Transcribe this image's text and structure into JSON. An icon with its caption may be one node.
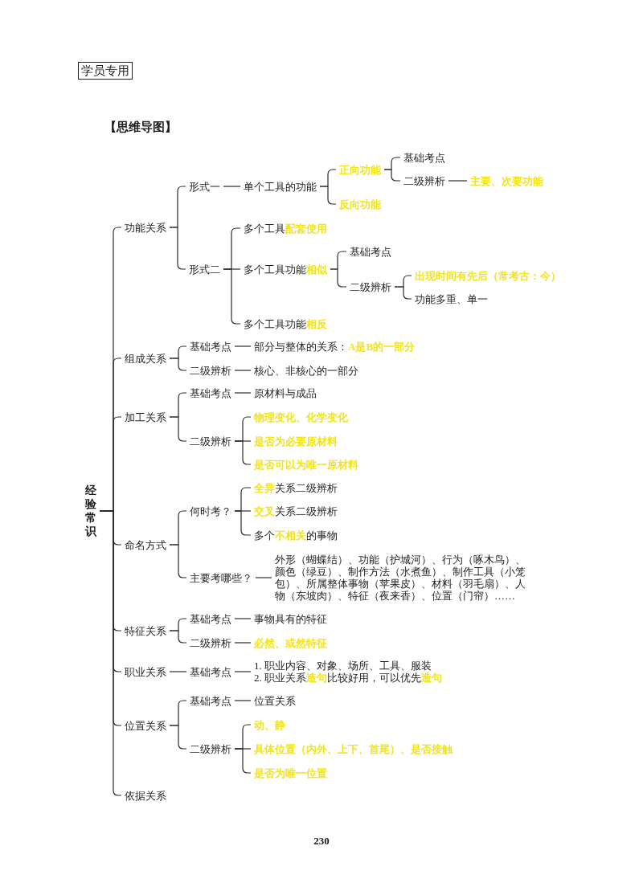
{
  "diagram": {
    "title": "【思维导图】",
    "nodes": [
      {
        "text": [
          "学员专用"
        ]
      },
      {
        "text": [
          "经验常识"
        ]
      },
      {
        "text": [
          "功能关系"
        ]
      },
      {
        "text": [
          "形式一"
        ]
      },
      {
        "text": [
          "单个工具的功能"
        ]
      },
      {
        "text": [
          "正向功能"
        ]
      },
      {
        "text": [
          "基础考点"
        ]
      },
      {
        "text": [
          "二级辨析"
        ]
      },
      {
        "text": [
          "主要、次要功能"
        ]
      },
      {
        "text": [
          "反向功能"
        ]
      },
      {
        "text": [
          "形式二"
        ]
      },
      {
        "text": [
          "多个工具**配套使用**"
        ]
      },
      {
        "text": [
          "多个工具功能**相似**"
        ]
      },
      {
        "text": [
          "基础考点"
        ]
      },
      {
        "text": [
          "二级辨析"
        ]
      },
      {
        "text": [
          "出现时间有先后（常考古：今）"
        ]
      },
      {
        "text": [
          "功能多重、单一"
        ]
      },
      {
        "text": [
          "多个工具功能**相反**"
        ]
      },
      {
        "text": [
          "组成关系"
        ]
      },
      {
        "text": [
          "基础考点"
        ]
      },
      {
        "text": [
          "部分与整体的关系：**A是B的一部分**"
        ]
      },
      {
        "text": [
          "二级辨析"
        ]
      },
      {
        "text": [
          "核心、非核心的一部分"
        ]
      },
      {
        "text": [
          "加工关系"
        ]
      },
      {
        "text": [
          "基础考点"
        ]
      },
      {
        "text": [
          "原材料与成品"
        ]
      },
      {
        "text": [
          "二级辨析"
        ]
      },
      {
        "text": [
          "物理变化、化学变化"
        ]
      },
      {
        "text": [
          "是否为必要原材料"
        ]
      },
      {
        "text": [
          "是否可以为唯一原材料"
        ]
      },
      {
        "text": [
          "命名方式"
        ]
      },
      {
        "text": [
          "何时考？"
        ]
      },
      {
        "text": [
          "**全异**关系二级辨析"
        ]
      },
      {
        "text": [
          "**交叉**关系二级辨析"
        ]
      },
      {
        "text": [
          "多个**不相关**的事物"
        ]
      },
      {
        "text": [
          "主要考哪些？"
        ]
      },
      {
        "text": [
          "外形（蝴蝶结）、功能（护城河）、行为（啄木鸟）、颜色（绿豆）、制作方法（水煮鱼）、制作工具（小笼包）、所属整体事物（苹果皮）、材料（羽毛扇）、人物（东坡肉）、特征（夜来香）、位置（门帘）……"
        ]
      },
      {
        "text": [
          "特征关系"
        ]
      },
      {
        "text": [
          "基础考点"
        ]
      },
      {
        "text": [
          "事物具有的特征"
        ]
      },
      {
        "text": [
          "二级辨析"
        ]
      },
      {
        "text": [
          "必然、或然特征"
        ]
      },
      {
        "text": [
          "职业关系"
        ]
      },
      {
        "text": [
          "基础考点"
        ]
      },
      {
        "text": [
          "1. 职业内容、对象、场所、工具、服装",
          "2. 职业关系**造句**比较好用，可以优先**造句**"
        ]
      },
      {
        "text": [
          "位置关系"
        ]
      },
      {
        "text": [
          "基础考点"
        ]
      },
      {
        "text": [
          "位置关系"
        ]
      },
      {
        "text": [
          "二级辨析"
        ]
      },
      {
        "text": [
          "动、静"
        ]
      },
      {
        "text": [
          "具体位置（内外、上下、首尾）、是否接触"
        ]
      },
      {
        "text": [
          "是否为唯一位置"
        ]
      },
      {
        "text": [
          "依据关系"
        ]
      }
    ],
    "edges": [
      {
        "from": 1,
        "to": 2,
        "arrow": "none"
      },
      {
        "from": 1,
        "to": 18,
        "arrow": "none"
      },
      {
        "from": 1,
        "to": 23,
        "arrow": "none"
      },
      {
        "from": 1,
        "to": 30,
        "arrow": "none"
      },
      {
        "from": 1,
        "to": 37,
        "arrow": "none"
      },
      {
        "from": 1,
        "to": 42,
        "arrow": "none"
      },
      {
        "from": 1,
        "to": 45,
        "arrow": "none"
      },
      {
        "from": 1,
        "to": 52,
        "arrow": "none"
      },
      {
        "from": 2,
        "to": 3,
        "arrow": "none"
      },
      {
        "from": 2,
        "to": 10,
        "arrow": "none"
      },
      {
        "from": 3,
        "to": 4,
        "arrow": "none"
      },
      {
        "from": 4,
        "to": 5,
        "arrow": "none"
      },
      {
        "from": 4,
        "to": 9,
        "arrow": "none"
      },
      {
        "from": 5,
        "to": 6,
        "arrow": "none"
      },
      {
        "from": 5,
        "to": 7,
        "arrow": "none"
      },
      {
        "from": 7,
        "to": 8,
        "arrow": "none"
      },
      {
        "from": 10,
        "to": 11,
        "arrow": "none"
      },
      {
        "from": 10,
        "to": 12,
        "arrow": "none"
      },
      {
        "from": 10,
        "to": 17,
        "arrow": "none"
      },
      {
        "from": 12,
        "to": 13,
        "arrow": "none"
      },
      {
        "from": 12,
        "to": 14,
        "arrow": "none"
      },
      {
        "from": 14,
        "to": 15,
        "arrow": "none"
      },
      {
        "from": 14,
        "to": 16,
        "arrow": "none"
      },
      {
        "from": 18,
        "to": 19,
        "arrow": "none"
      },
      {
        "from": 18,
        "to": 21,
        "arrow": "none"
      },
      {
        "from": 19,
        "to": 20,
        "arrow": "none"
      },
      {
        "from": 21,
        "to": 22,
        "arrow": "none"
      },
      {
        "from": 23,
        "to": 24,
        "arrow": "none"
      },
      {
        "from": 23,
        "to": 26,
        "arrow": "none"
      },
      {
        "from": 24,
        "to": 25,
        "arrow": "none"
      },
      {
        "from": 26,
        "to": 27,
        "arrow": "none"
      },
      {
        "from": 26,
        "to": 28,
        "arrow": "none"
      },
      {
        "from": 26,
        "to": 29,
        "arrow": "none"
      },
      {
        "from": 30,
        "to": 31,
        "arrow": "none"
      },
      {
        "from": 30,
        "to": 35,
        "arrow": "none"
      },
      {
        "from": 31,
        "to": 32,
        "arrow": "none"
      },
      {
        "from": 31,
        "to": 33,
        "arrow": "none"
      },
      {
        "from": 31,
        "to": 34,
        "arrow": "none"
      },
      {
        "from": 35,
        "to": 36,
        "arrow": "none"
      },
      {
        "from": 37,
        "to": 38,
        "arrow": "none"
      },
      {
        "from": 37,
        "to": 40,
        "arrow": "none"
      },
      {
        "from": 38,
        "to": 39,
        "arrow": "none"
      },
      {
        "from": 40,
        "to": 41,
        "arrow": "none"
      },
      {
        "from": 42,
        "to": 43,
        "arrow": "none"
      },
      {
        "from": 43,
        "to": 44,
        "arrow": "none"
      },
      {
        "from": 45,
        "to": 46,
        "arrow": "none"
      },
      {
        "from": 45,
        "to": 48,
        "arrow": "none"
      },
      {
        "from": 46,
        "to": 47,
        "arrow": "none"
      },
      {
        "from": 48,
        "to": 49,
        "arrow": "none"
      },
      {
        "from": 48,
        "to": 50,
        "arrow": "none"
      },
      {
        "from": 48,
        "to": 51,
        "arrow": "none"
      }
    ],
    "labels": [
      "230"
    ]
  }
}
